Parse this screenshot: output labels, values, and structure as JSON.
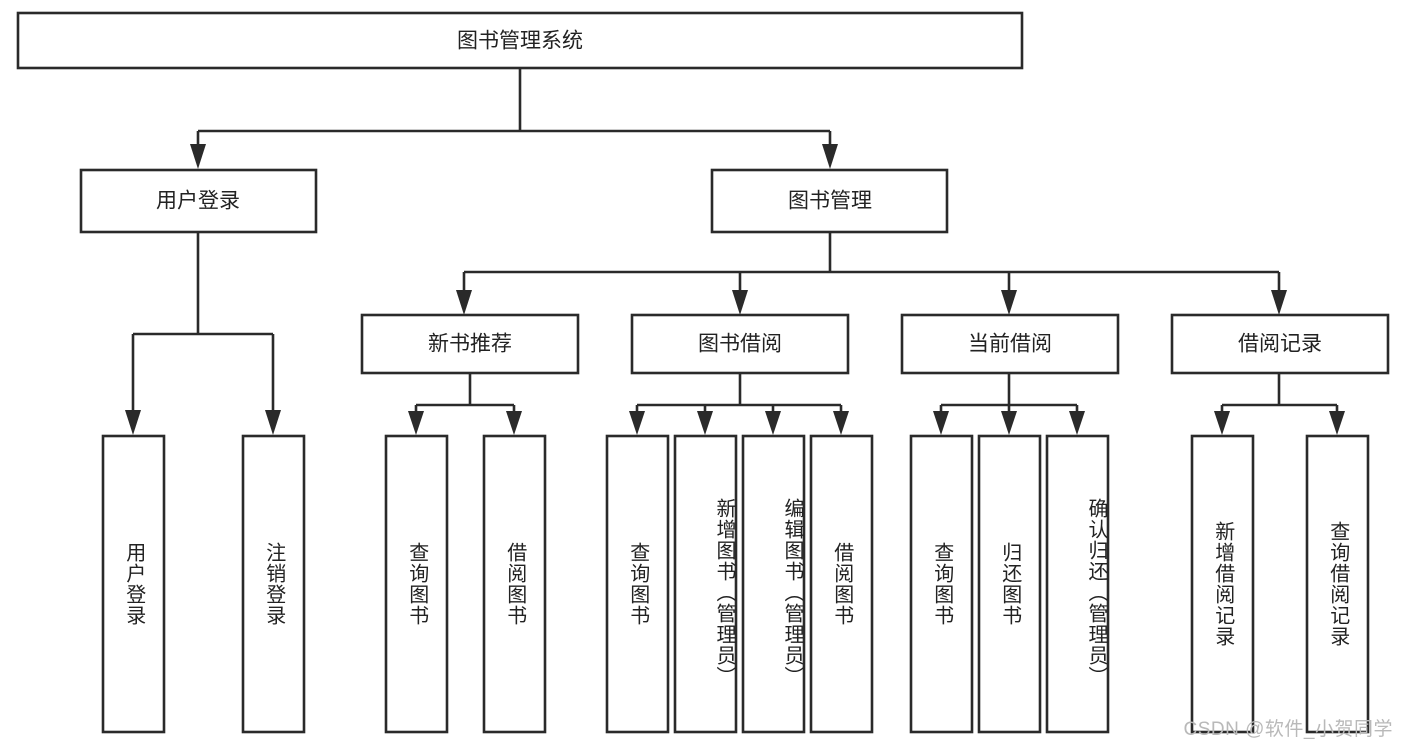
{
  "diagram": {
    "type": "hierarchy-tree",
    "title": "图书管理系统",
    "orientation": "top-down",
    "colors": {
      "box_fill": "#ffffff",
      "box_stroke": "#2a2a2a",
      "text": "#222222",
      "watermark": "#b9b9b9"
    },
    "levels": {
      "root": "图书管理系统",
      "level2": [
        "用户登录",
        "图书管理"
      ],
      "level3": [
        "新书推荐",
        "图书借阅",
        "当前借阅",
        "借阅记录"
      ]
    },
    "nodes": {
      "root": {
        "label": "图书管理系统"
      },
      "user_login": {
        "label": "用户登录"
      },
      "book_manage": {
        "label": "图书管理"
      },
      "new_book_rec": {
        "label": "新书推荐"
      },
      "book_borrow": {
        "label": "图书借阅"
      },
      "current_borrow": {
        "label": "当前借阅"
      },
      "borrow_record": {
        "label": "借阅记录"
      },
      "leaf_1": {
        "label": "用户登录"
      },
      "leaf_2": {
        "label": "注销登录"
      },
      "leaf_3": {
        "label": "查询图书"
      },
      "leaf_4": {
        "label": "借阅图书"
      },
      "leaf_5": {
        "label": "查询图书"
      },
      "leaf_6": {
        "label": "新增图书（管理员）"
      },
      "leaf_7": {
        "label": "编辑图书（管理员）"
      },
      "leaf_8": {
        "label": "借阅图书"
      },
      "leaf_9": {
        "label": "查询图书"
      },
      "leaf_10": {
        "label": "归还图书"
      },
      "leaf_11": {
        "label": "确认归还（管理员）"
      },
      "leaf_12": {
        "label": "新增借阅记录"
      },
      "leaf_13": {
        "label": "查询借阅记录"
      }
    },
    "edges": [
      {
        "from": "root",
        "to": "user_login"
      },
      {
        "from": "root",
        "to": "book_manage"
      },
      {
        "from": "user_login",
        "to": "leaf_1"
      },
      {
        "from": "user_login",
        "to": "leaf_2"
      },
      {
        "from": "book_manage",
        "to": "new_book_rec"
      },
      {
        "from": "book_manage",
        "to": "book_borrow"
      },
      {
        "from": "book_manage",
        "to": "current_borrow"
      },
      {
        "from": "book_manage",
        "to": "borrow_record"
      },
      {
        "from": "new_book_rec",
        "to": "leaf_3"
      },
      {
        "from": "new_book_rec",
        "to": "leaf_4"
      },
      {
        "from": "book_borrow",
        "to": "leaf_5"
      },
      {
        "from": "book_borrow",
        "to": "leaf_6"
      },
      {
        "from": "book_borrow",
        "to": "leaf_7"
      },
      {
        "from": "book_borrow",
        "to": "leaf_8"
      },
      {
        "from": "current_borrow",
        "to": "leaf_9"
      },
      {
        "from": "current_borrow",
        "to": "leaf_10"
      },
      {
        "from": "current_borrow",
        "to": "leaf_11"
      },
      {
        "from": "borrow_record",
        "to": "leaf_12"
      },
      {
        "from": "borrow_record",
        "to": "leaf_13"
      }
    ]
  },
  "watermark": {
    "text": "CSDN @软件_小贺同学"
  }
}
